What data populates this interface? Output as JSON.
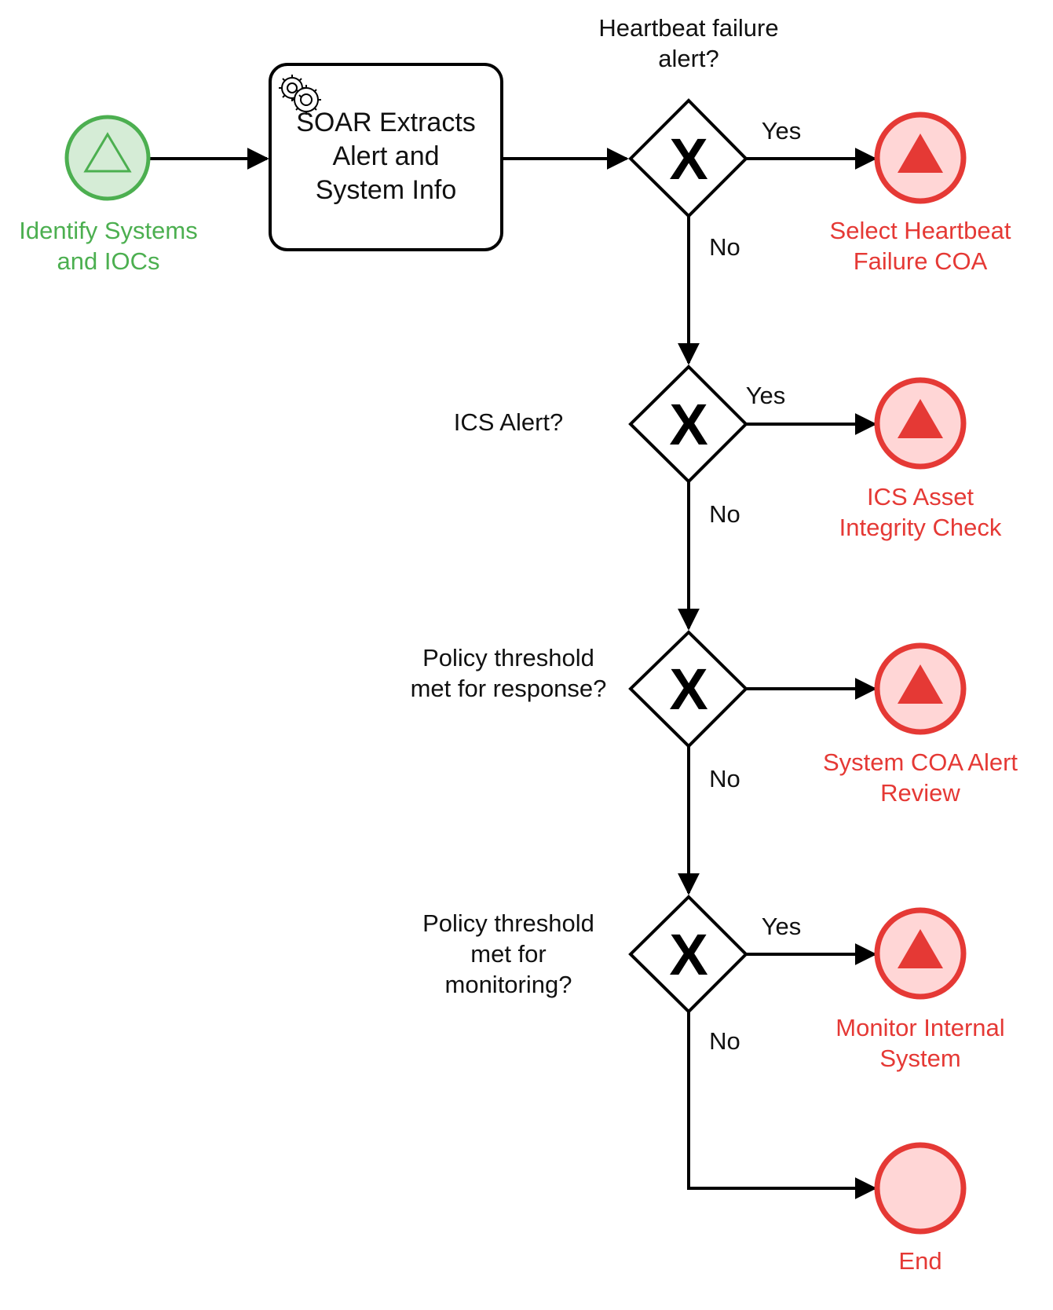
{
  "diagram_type": "BPMN process",
  "colors": {
    "start_stroke": "#4caf50",
    "start_fill": "#d5ecd6",
    "start_text": "#4caf50",
    "end_stroke": "#e53935",
    "end_fill": "#ffd6d6",
    "end_text": "#e53935",
    "line": "#000000"
  },
  "start_event": {
    "label_lines": [
      "Identify Systems",
      "and IOCs"
    ],
    "icon": "triangle-outline-icon"
  },
  "task": {
    "label_lines": [
      "SOAR Extracts",
      "Alert and",
      "System Info"
    ],
    "icon": "gears-icon"
  },
  "gateways": [
    {
      "label_lines": [
        "Heartbeat failure",
        "alert?"
      ],
      "symbol": "X"
    },
    {
      "label_lines": [
        "ICS Alert?"
      ],
      "symbol": "X"
    },
    {
      "label_lines": [
        "Policy threshold",
        "met for response?"
      ],
      "symbol": "X"
    },
    {
      "label_lines": [
        "Policy threshold",
        "met for",
        "monitoring?"
      ],
      "symbol": "X"
    }
  ],
  "flow_labels": {
    "g1_yes": "Yes",
    "g1_no": "No",
    "g2_yes": "Yes",
    "g2_no": "No",
    "g3_no": "No",
    "g4_yes": "Yes",
    "g4_no": "No"
  },
  "end_events": [
    {
      "label_lines": [
        "Select Heartbeat",
        "Failure COA"
      ],
      "icon": "triangle-filled-icon"
    },
    {
      "label_lines": [
        "ICS Asset",
        "Integrity Check"
      ],
      "icon": "triangle-filled-icon"
    },
    {
      "label_lines": [
        "System COA Alert",
        "Review"
      ],
      "icon": "triangle-filled-icon"
    },
    {
      "label_lines": [
        "Monitor Internal",
        "System"
      ],
      "icon": "triangle-filled-icon"
    },
    {
      "label_lines": [
        "End"
      ],
      "icon": ""
    }
  ]
}
